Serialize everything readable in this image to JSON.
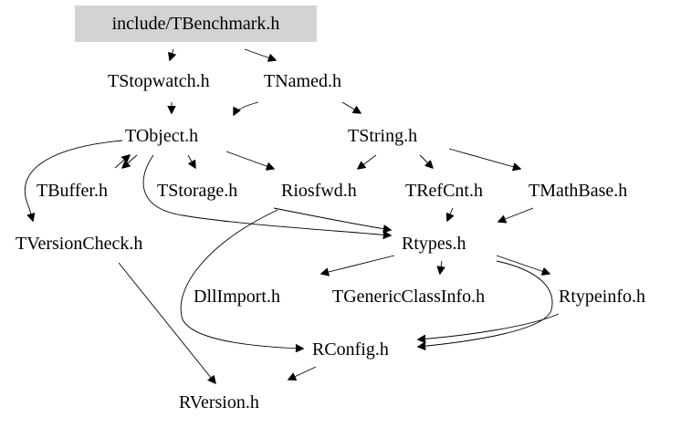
{
  "title": "include/TBenchmark.h",
  "nodes": {
    "root": "include/TBenchmark.h",
    "tstopwatch": "TStopwatch.h",
    "tnamed": "TNamed.h",
    "tobject": "TObject.h",
    "tstring": "TString.h",
    "tbuffer": "TBuffer.h",
    "tstorage": "TStorage.h",
    "riosfwd": "Riosfwd.h",
    "trefcnt": "TRefCnt.h",
    "tmathbase": "TMathBase.h",
    "tversioncheck": "TVersionCheck.h",
    "rtypes": "Rtypes.h",
    "dllimport": "DllImport.h",
    "tgenericclassinfo": "TGenericClassInfo.h",
    "rtypeinfo": "Rtypeinfo.h",
    "rconfig": "RConfig.h",
    "rversion": "RVersion.h"
  },
  "colors": {
    "root_fill": "#d3d3d3",
    "edge": "#000000",
    "text": "#000000",
    "background": "#ffffff"
  }
}
